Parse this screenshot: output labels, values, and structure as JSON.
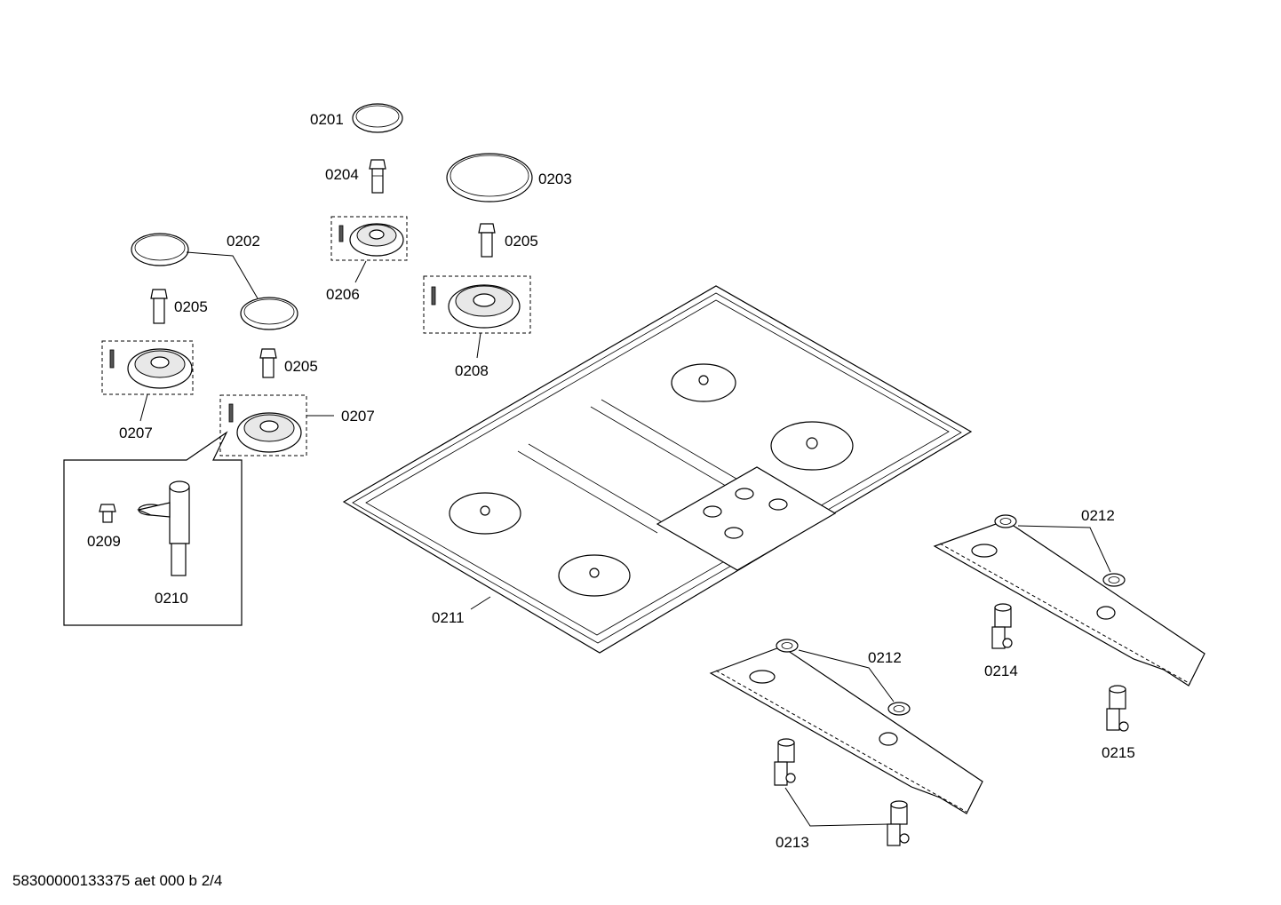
{
  "diagram": {
    "document_code": "58300000133375 aet 000 b 2/4",
    "part_labels": {
      "p0201": "0201",
      "p0202": "0202",
      "p0203": "0203",
      "p0204": "0204",
      "p0205_a": "0205",
      "p0205_b": "0205",
      "p0205_c": "0205",
      "p0206": "0206",
      "p0207_a": "0207",
      "p0207_b": "0207",
      "p0208": "0208",
      "p0209": "0209",
      "p0210": "0210",
      "p0211": "0211",
      "p0212_a": "0212",
      "p0212_b": "0212",
      "p0213": "0213",
      "p0214": "0214",
      "p0215": "0215"
    }
  }
}
